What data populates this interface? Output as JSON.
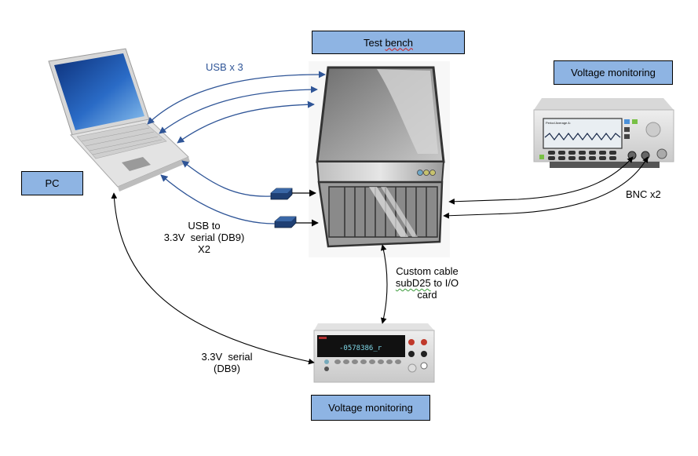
{
  "diagram": {
    "nodes": {
      "test_bench": {
        "label_prefix": "Test ",
        "label_flagged": "bench"
      },
      "voltage_monitoring_top": {
        "label": "Voltage monitoring"
      },
      "voltage_monitoring_bottom": {
        "label": "Voltage monitoring"
      },
      "pc": {
        "label": "PC"
      }
    },
    "edge_labels": {
      "usb": "USB x 3",
      "usb_serial": [
        "USB to",
        "3.3V  serial (DB9)",
        "X2"
      ],
      "custom_cable": {
        "line1": "Custom cable",
        "line2_flagged": "subD25",
        "line2_rest": " to I/O",
        "line3": "card"
      },
      "serial": [
        "3.3V  serial",
        "(DB9)"
      ],
      "bnc": "BNC x2"
    },
    "devices": {
      "counter_display_text": "Period Average A:",
      "multimeter_display": "-0578386_r"
    },
    "colors": {
      "box_fill": "#8eb4e3",
      "usb_arrow": "#2f5597",
      "black_arrow": "#000000",
      "adapter": "#1f3f73"
    }
  }
}
